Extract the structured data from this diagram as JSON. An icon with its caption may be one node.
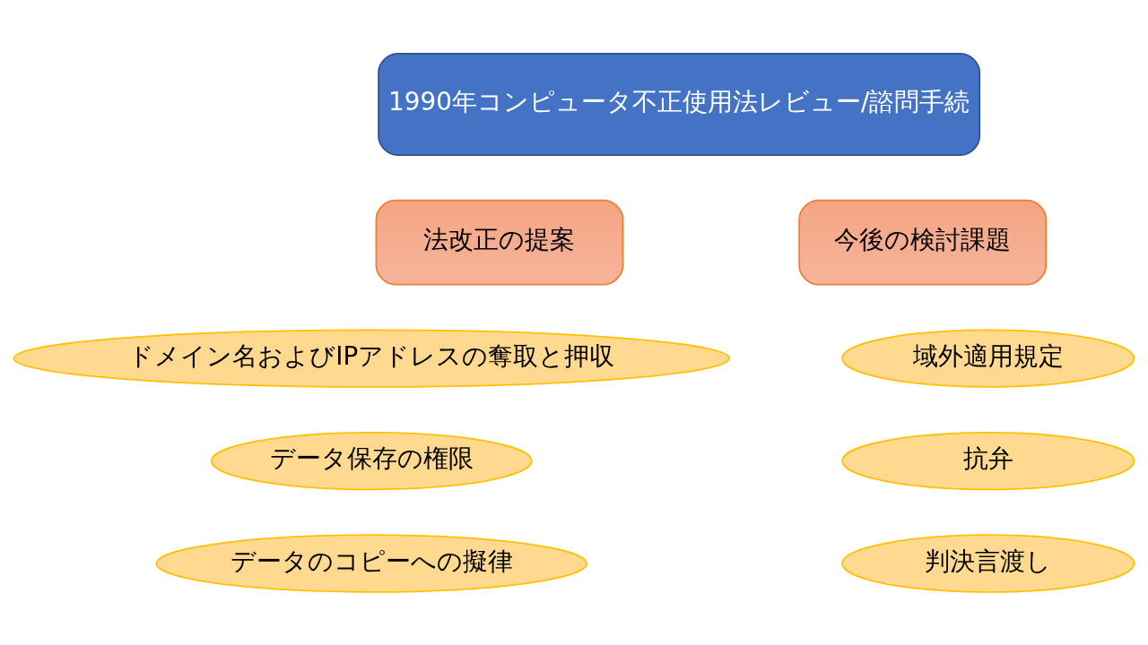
{
  "diagram": {
    "nodes": [
      {
        "text": [
          "1990年コンピュータ不正使用法レビュー/諮問手続"
        ]
      },
      {
        "text": [
          "法改正の提案"
        ]
      },
      {
        "text": [
          "今後の検討課題"
        ]
      },
      {
        "text": [
          "ドメイン名およびIPアドレスの奪取と押収"
        ]
      },
      {
        "text": [
          "域外適用規定"
        ]
      },
      {
        "text": [
          "データ保存の権限"
        ]
      },
      {
        "text": [
          "抗弁"
        ]
      },
      {
        "text": [
          "データのコピーへの擬律"
        ]
      },
      {
        "text": [
          "判決言渡し"
        ]
      }
    ]
  }
}
